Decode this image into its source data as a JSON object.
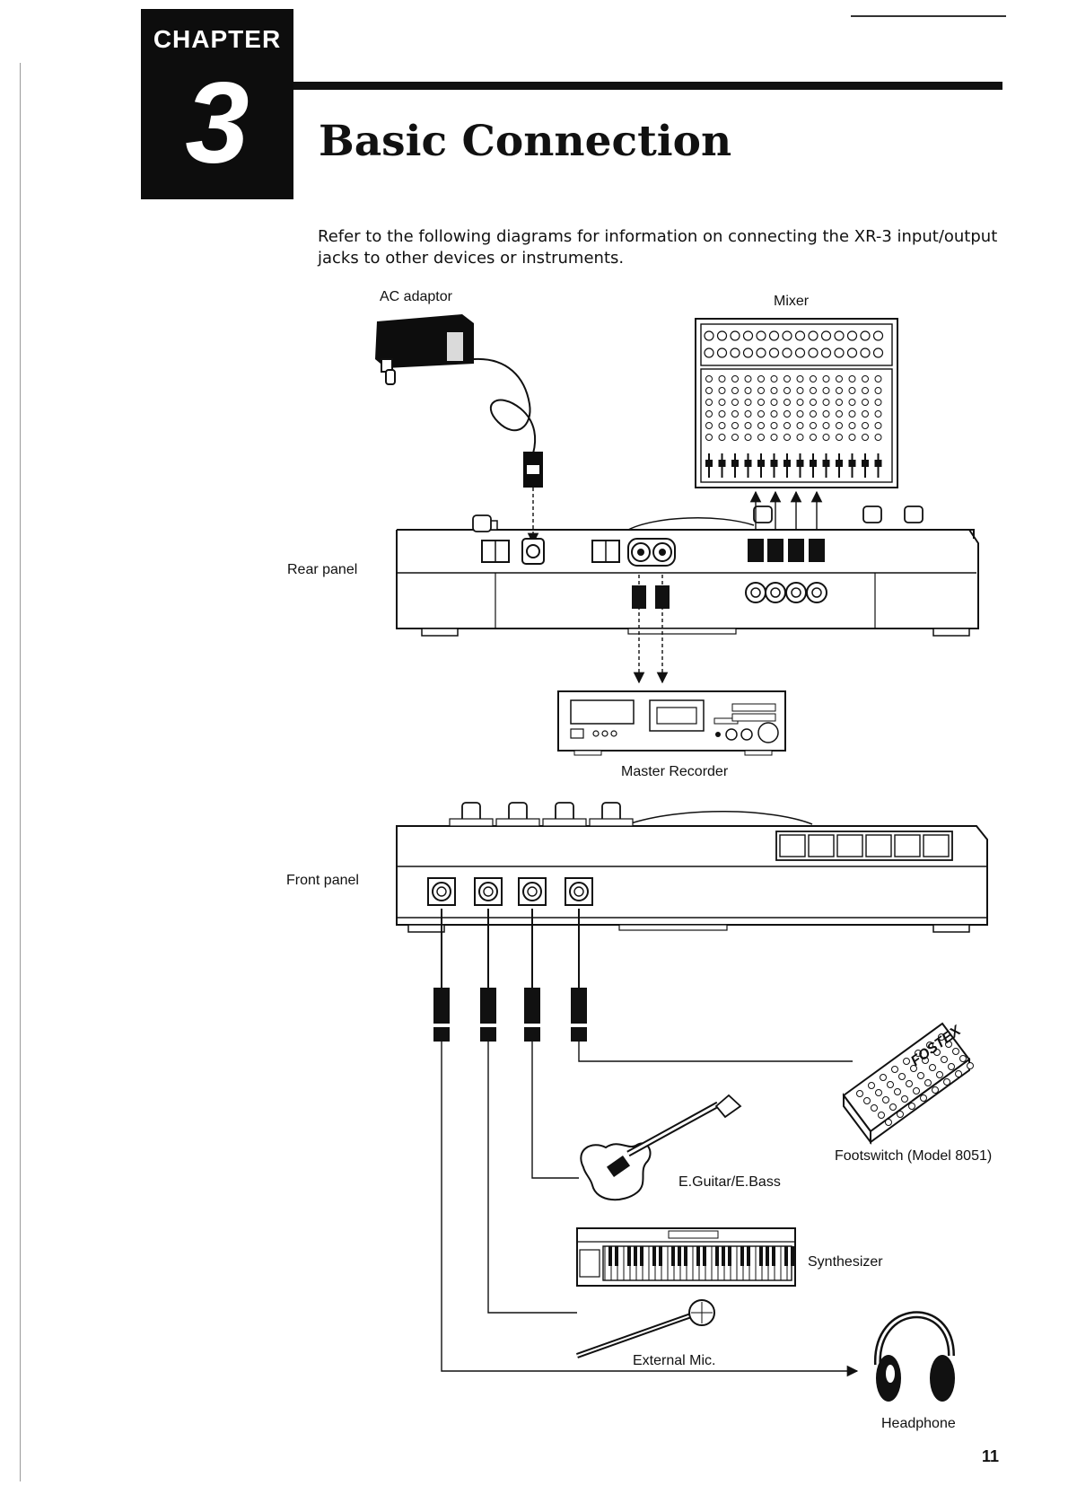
{
  "chapter": {
    "label": "CHAPTER",
    "number": "3"
  },
  "title": "Basic Connection",
  "intro": "Refer to the following diagrams for information on connecting the XR-3 input/output jacks to other devices or instruments.",
  "labels": {
    "ac_adaptor": "AC adaptor",
    "mixer": "Mixer",
    "rear_panel": "Rear panel",
    "master_recorder": "Master Recorder",
    "front_panel": "Front panel",
    "footswitch": "Footswitch (Model 8051)",
    "guitar": "E.Guitar/E.Bass",
    "synthesizer": "Synthesizer",
    "mic": "External Mic.",
    "headphone": "Headphone"
  },
  "footswitch_brand": "FOSTEX",
  "page_number": "11"
}
